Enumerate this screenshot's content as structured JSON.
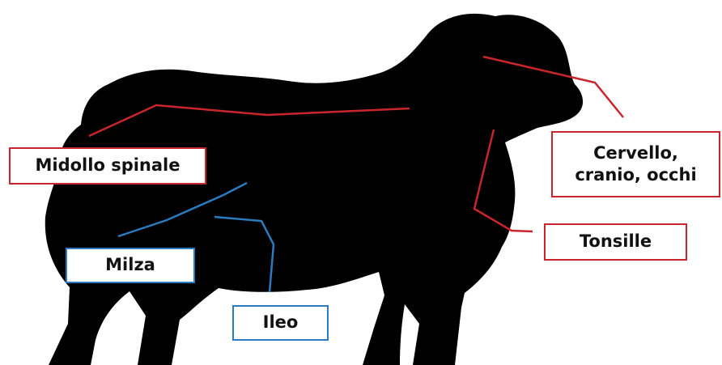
{
  "colors": {
    "silhouette": "#000000",
    "red": "#c8262c",
    "blue": "#2a7bbf",
    "background": "#ffffff"
  },
  "labels": {
    "midollo": "Midollo spinale",
    "cervello_line1": "Cervello,",
    "cervello_line2": "cranio, occhi",
    "tonsille": "Tonsille",
    "milza": "Milza",
    "ileo": "Ileo"
  }
}
